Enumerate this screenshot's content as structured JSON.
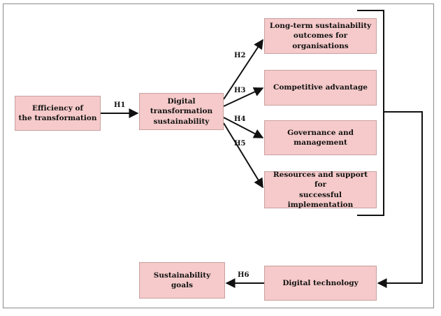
{
  "nodes": {
    "efficiency": "Efficiency of\nthe transformation",
    "dt_sustainability": "Digital transformation\nsustainability",
    "long_term": "Long-term sustainability\noutcomes for organisations",
    "competitive": "Competitive advantage",
    "governance": "Governance and management",
    "resources": "Resources and support for\nsuccessful implementation",
    "digital_technology": "Digital technology",
    "sustainability_goals": "Sustainability goals"
  },
  "hypotheses": {
    "h1": "H1",
    "h2": "H2",
    "h3": "H3",
    "h4": "H4",
    "h5": "H5",
    "h6": "H6"
  }
}
